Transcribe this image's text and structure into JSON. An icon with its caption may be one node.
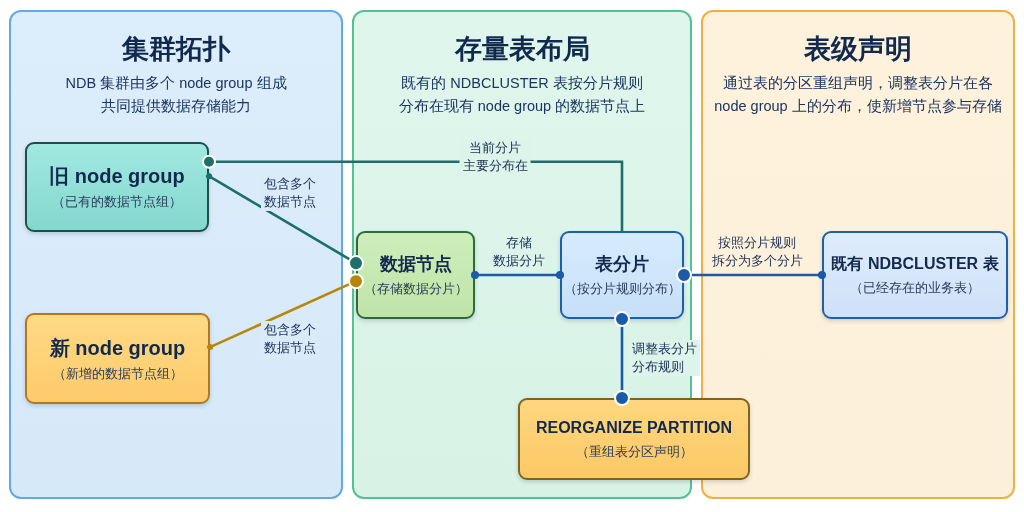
{
  "diagram": {
    "nodes": [
      {
        "text": [
          "集群拓扑",
          "NDB 集群由多个 node group 组成共同提供数据存储能力"
        ]
      },
      {
        "text": [
          "存量表布局",
          "既有的 NDBCLUSTER 表按分片规则分布在现有 node group 的数据节点上"
        ]
      },
      {
        "text": [
          "表级声明",
          "通过表的分区重组声明，调整表分片在各 node group 上的分布，使新增节点参与存储"
        ]
      },
      {
        "text": [
          "旧 node group",
          "（已有的数据节点组）"
        ],
        "in": 0
      },
      {
        "text": [
          "新 node group",
          "（新增的数据节点组）"
        ],
        "in": 0
      },
      {
        "text": [
          "数据节点",
          "（存储数据分片）"
        ],
        "in": 1
      },
      {
        "text": [
          "表分片",
          "（按分片规则分布）"
        ],
        "in": 1
      },
      {
        "text": [
          "REORGANIZE PARTITION",
          "（重组表分区声明）"
        ]
      },
      {
        "text": [
          "既有 NDBCLUSTER 表",
          "（已经存在的业务表）"
        ],
        "in": 2
      }
    ],
    "edges": [
      {
        "from": 3,
        "to": 5,
        "arrow": "other",
        "label": "包含多个数据节点",
        "color": "#1e6e6a"
      },
      {
        "from": 4,
        "to": 5,
        "arrow": "other",
        "label": "包含多个数据节点",
        "color": "#b8860b"
      },
      {
        "from": 3,
        "to": 6,
        "arrow": "other",
        "label": "当前分片主要分布在",
        "color": "#1e6e6a"
      },
      {
        "from": 5,
        "to": 6,
        "arrow": "other",
        "label": "存储数据分片"
      },
      {
        "from": 6,
        "to": 8,
        "arrow": "other",
        "label": "按照分片规则拆分为多个分片"
      },
      {
        "from": 6,
        "to": 7,
        "arrow": "other",
        "label": "调整表分片分布规则"
      }
    ]
  }
}
